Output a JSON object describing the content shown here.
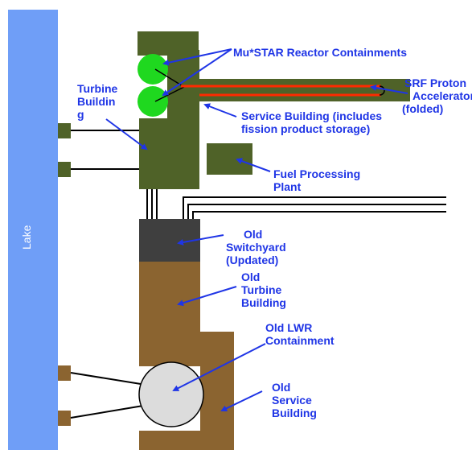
{
  "colors": {
    "lake": "#6f9ef7",
    "new_building": "#4f6228",
    "old_building": "#8b6430",
    "switchyard": "#3f3f3f",
    "reactor": "#1fd81f",
    "accelerator": "#ff2a00",
    "label": "#1f35e6",
    "lwr": "#dcdcdc"
  },
  "labels": {
    "lake": "Lake",
    "reactor_containments": "Mu*STAR Reactor Containments",
    "srf_line1": "SRF Proton",
    "srf_line2": "Accelerator",
    "srf_line3": "(folded)",
    "turbine_line1": "Turbine",
    "turbine_line2": "Buildin",
    "turbine_line3": "g",
    "service_line1": "Service Building (includes",
    "service_line2": "fission product storage)",
    "fuel_line1": "Fuel Processing",
    "fuel_line2": "Plant",
    "switchyard_line1": "Old",
    "switchyard_line2": "Switchyard",
    "switchyard_line3": "(Updated)",
    "old_turbine_line1": "Old",
    "old_turbine_line2": "Turbine",
    "old_turbine_line3": "Building",
    "lwr_line1": "Old LWR",
    "lwr_line2": "Containment",
    "old_service_line1": "Old",
    "old_service_line2": "Service",
    "old_service_line3": "Building"
  }
}
